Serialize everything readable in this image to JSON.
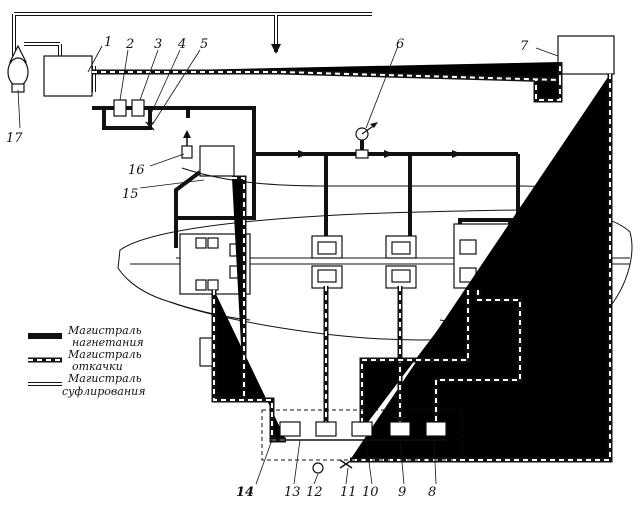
{
  "figure": {
    "legend": [
      {
        "kind": "pressure",
        "line1": "Магистраль",
        "line2": "нагнетания"
      },
      {
        "kind": "scavenge",
        "line1": "Магистраль",
        "line2": "откачки"
      },
      {
        "kind": "vent",
        "line1": "Магистраль",
        "line2": "суфлирования"
      }
    ],
    "callouts": [
      "1",
      "2",
      "3",
      "4",
      "5",
      "6",
      "7",
      "8",
      "9",
      "10",
      "11",
      "12",
      "13",
      "14",
      "15",
      "16",
      "17"
    ]
  }
}
